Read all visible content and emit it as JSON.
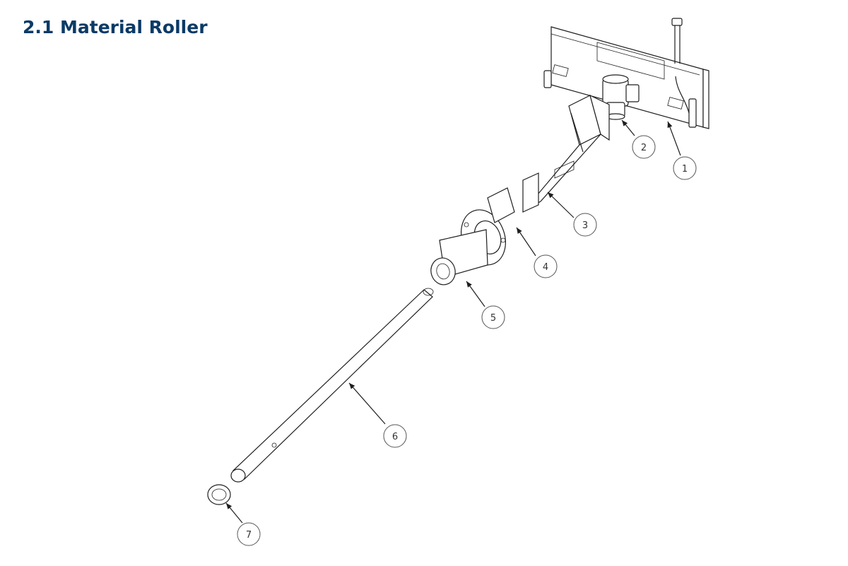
{
  "page": {
    "title": "2.1 Material Roller"
  },
  "diagram": {
    "callouts": [
      {
        "id": "1",
        "label": "1"
      },
      {
        "id": "2",
        "label": "2"
      },
      {
        "id": "3",
        "label": "3"
      },
      {
        "id": "4",
        "label": "4"
      },
      {
        "id": "5",
        "label": "5"
      },
      {
        "id": "6",
        "label": "6"
      },
      {
        "id": "7",
        "label": "7"
      }
    ],
    "colors": {
      "title": "#0b3a66",
      "line": "#1e1e1e"
    }
  }
}
